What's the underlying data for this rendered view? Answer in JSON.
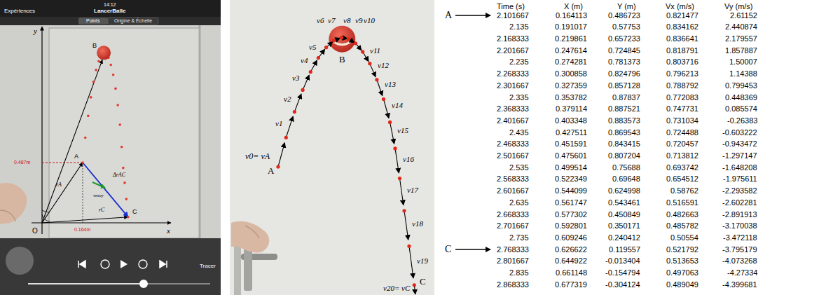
{
  "diagram": {
    "labels": [
      "14:12",
      "Expériences",
      "LancerBalle",
      "Points",
      "Origine & Échelle",
      "y",
      "x",
      "O",
      "A",
      "B",
      "C",
      "0.487m",
      "0.164m",
      "rA",
      "rC",
      "ΔrAC",
      "vmoy",
      "Tracer",
      "v0= vA",
      "v1",
      "v2",
      "v3",
      "v4",
      "v5",
      "v6",
      "v7",
      "v8",
      "v9",
      "v10",
      "v11",
      "v12",
      "v13",
      "v14",
      "v15",
      "v16",
      "v17",
      "v18",
      "v19",
      "v20= vC",
      "A",
      "B",
      "C",
      "Time (s)",
      "X (m)",
      "Y (m)",
      "Vx (m/s)",
      "Vy (m/s)",
      "2.101667",
      "0.164113",
      "0.486723",
      "0.821477",
      "2.61152",
      "2.135",
      "0.191017",
      "0.57753",
      "0.834162",
      "2.440874",
      "2.168333",
      "0.219861",
      "0.657233",
      "0.836641",
      "2.179557",
      "2.201667",
      "0.247614",
      "0.724845",
      "0.818791",
      "1.857887",
      "2.235",
      "0.274281",
      "0.781373",
      "0.803716",
      "1.50007",
      "2.268333",
      "0.300858",
      "0.824796",
      "0.796213",
      "1.14388",
      "2.301667",
      "0.327359",
      "0.857128",
      "0.788792",
      "0.799453",
      "2.335",
      "0.353782",
      "0.87837",
      "0.772083",
      "0.448369",
      "2.368333",
      "0.379114",
      "0.887521",
      "0.747731",
      "0.085574",
      "2.401667",
      "0.403348",
      "0.883573",
      "0.731034",
      "-0.26383",
      "2.435",
      "0.427511",
      "0.869543",
      "0.724488",
      "-0.603222",
      "2.468333",
      "0.451591",
      "0.843415",
      "0.720457",
      "-0.943472",
      "2.501667",
      "0.475601",
      "0.807204",
      "0.713812",
      "-1.297147",
      "2.535",
      "0.499514",
      "0.75688",
      "0.693742",
      "-1.648208",
      "2.568333",
      "0.522349",
      "0.69648",
      "0.654512",
      "-1.975611",
      "2.601667",
      "0.544099",
      "0.624998",
      "0.58762",
      "-2.293582",
      "2.635",
      "0.561747",
      "0.543461",
      "0.516591",
      "-2.602281",
      "2.668333",
      "0.577302",
      "0.450849",
      "0.482663",
      "-2.891913",
      "2.701667",
      "0.592801",
      "0.350171",
      "0.485782",
      "-3.170038",
      "2.735",
      "0.609246",
      "0.240412",
      "0.50554",
      "-3.472118",
      "2.768333",
      "0.626622",
      "0.119557",
      "0.521792",
      "-3.795179",
      "2.801667",
      "0.644922",
      "-0.013404",
      "0.513653",
      "-4.073268",
      "2.835",
      "0.661148",
      "-0.154794",
      "0.497063",
      "-4.27334",
      "2.868333",
      "0.677319",
      "-0.304124",
      "0.489049",
      "-4.399681",
      "A",
      "C"
    ]
  }
}
